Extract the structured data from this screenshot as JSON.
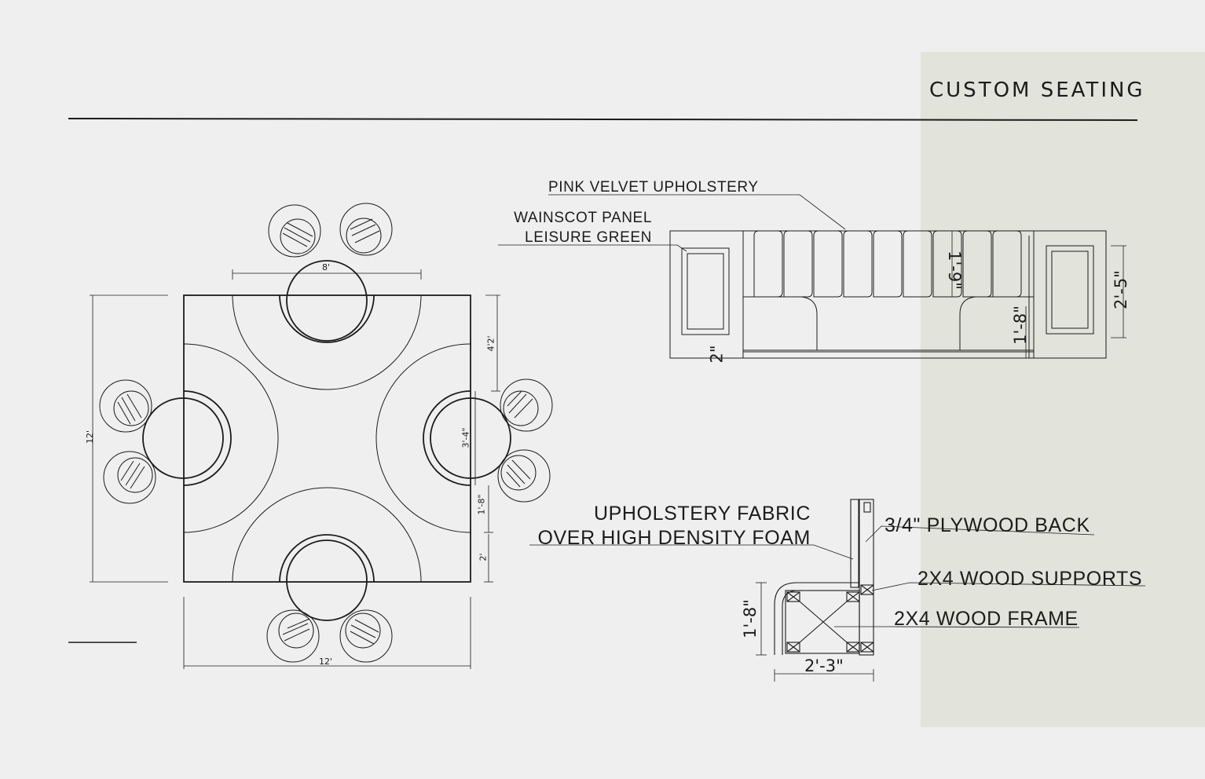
{
  "title": "CUSTOM SEATING",
  "colors": {
    "background": "#efefef",
    "accent_panel": "#e2e3da",
    "line": "#1c1c1c"
  },
  "plan": {
    "dim_top": "8'",
    "dim_left": "12'",
    "dim_bottom": "12'",
    "dim_right_top": "4'2'",
    "dim_right_mid": "3'-4\"",
    "dim_right_seat": "1'-8\"",
    "dim_right_low": "2'"
  },
  "elevation": {
    "label_upholstery": "PINK VELVET UPHOLSTERY",
    "label_wainscot_1": "WAINSCOT PANEL",
    "label_wainscot_2": "LEISURE GREEN",
    "dim_back": "1'-9\"",
    "dim_seat": "1'-8\"",
    "dim_total": "2'-5\"",
    "dim_base": "2\""
  },
  "section": {
    "label_fabric_1": "UPHOLSTERY FABRIC",
    "label_fabric_2": "OVER HIGH DENSITY FOAM",
    "label_plywood": "3/4\" PLYWOOD BACK",
    "label_supports": "2X4 WOOD SUPPORTS",
    "label_frame": "2X4 WOOD FRAME",
    "dim_height": "1'-8\"",
    "dim_depth": "2'-3\""
  }
}
